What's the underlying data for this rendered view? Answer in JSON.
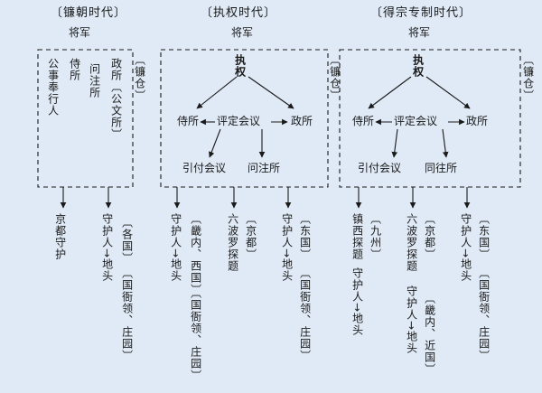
{
  "panels": [
    {
      "title": "〔镰朝时代〕",
      "shogun": "将军",
      "side": "〔镰仓〕",
      "inner": {
        "a": "公事奉行人",
        "b": "侍所",
        "c": "问注所",
        "d": "政所〔公文所〕"
      },
      "bottom": {
        "a": "京都守护",
        "b": "守护人→地头",
        "c": "〔各国〕",
        "d": "〔国衙领、庄园〕"
      }
    },
    {
      "title": "〔执权时代〕",
      "shogun": "将军",
      "side": "〔镰仓〕",
      "shikken": "执权",
      "inner": {
        "left": "侍所",
        "center": "评定会议",
        "right": "政所",
        "b1": "引付会议",
        "b2": "问注所"
      },
      "bottom": {
        "a": "守护人→地头",
        "b": "〔畿内、西国〕",
        "c": "〔国衙领、庄园〕",
        "d": "六波罗探题",
        "e": "〔京都〕",
        "f": "守护人→地头",
        "g": "〔东国〕",
        "h": "〔国衙领、庄园〕"
      }
    },
    {
      "title": "〔得宗专制时代〕",
      "shogun": "将军",
      "side": "〔镰仓〕",
      "shikken": "执权",
      "inner": {
        "left": "侍所",
        "center": "评定会议",
        "right": "政所",
        "b1": "引付会议",
        "b2": "同往所"
      },
      "bottom": {
        "a": "镇西探题",
        "b": "〔九州〕",
        "c": "守护人→地头",
        "d": "六波罗探题",
        "e": "〔京都〕",
        "f": "守护人→地头",
        "g": "〔畿内、近国〕",
        "h": "守护人→地头",
        "i": "〔东国〕",
        "j": "〔国衙领、庄园〕"
      }
    }
  ]
}
